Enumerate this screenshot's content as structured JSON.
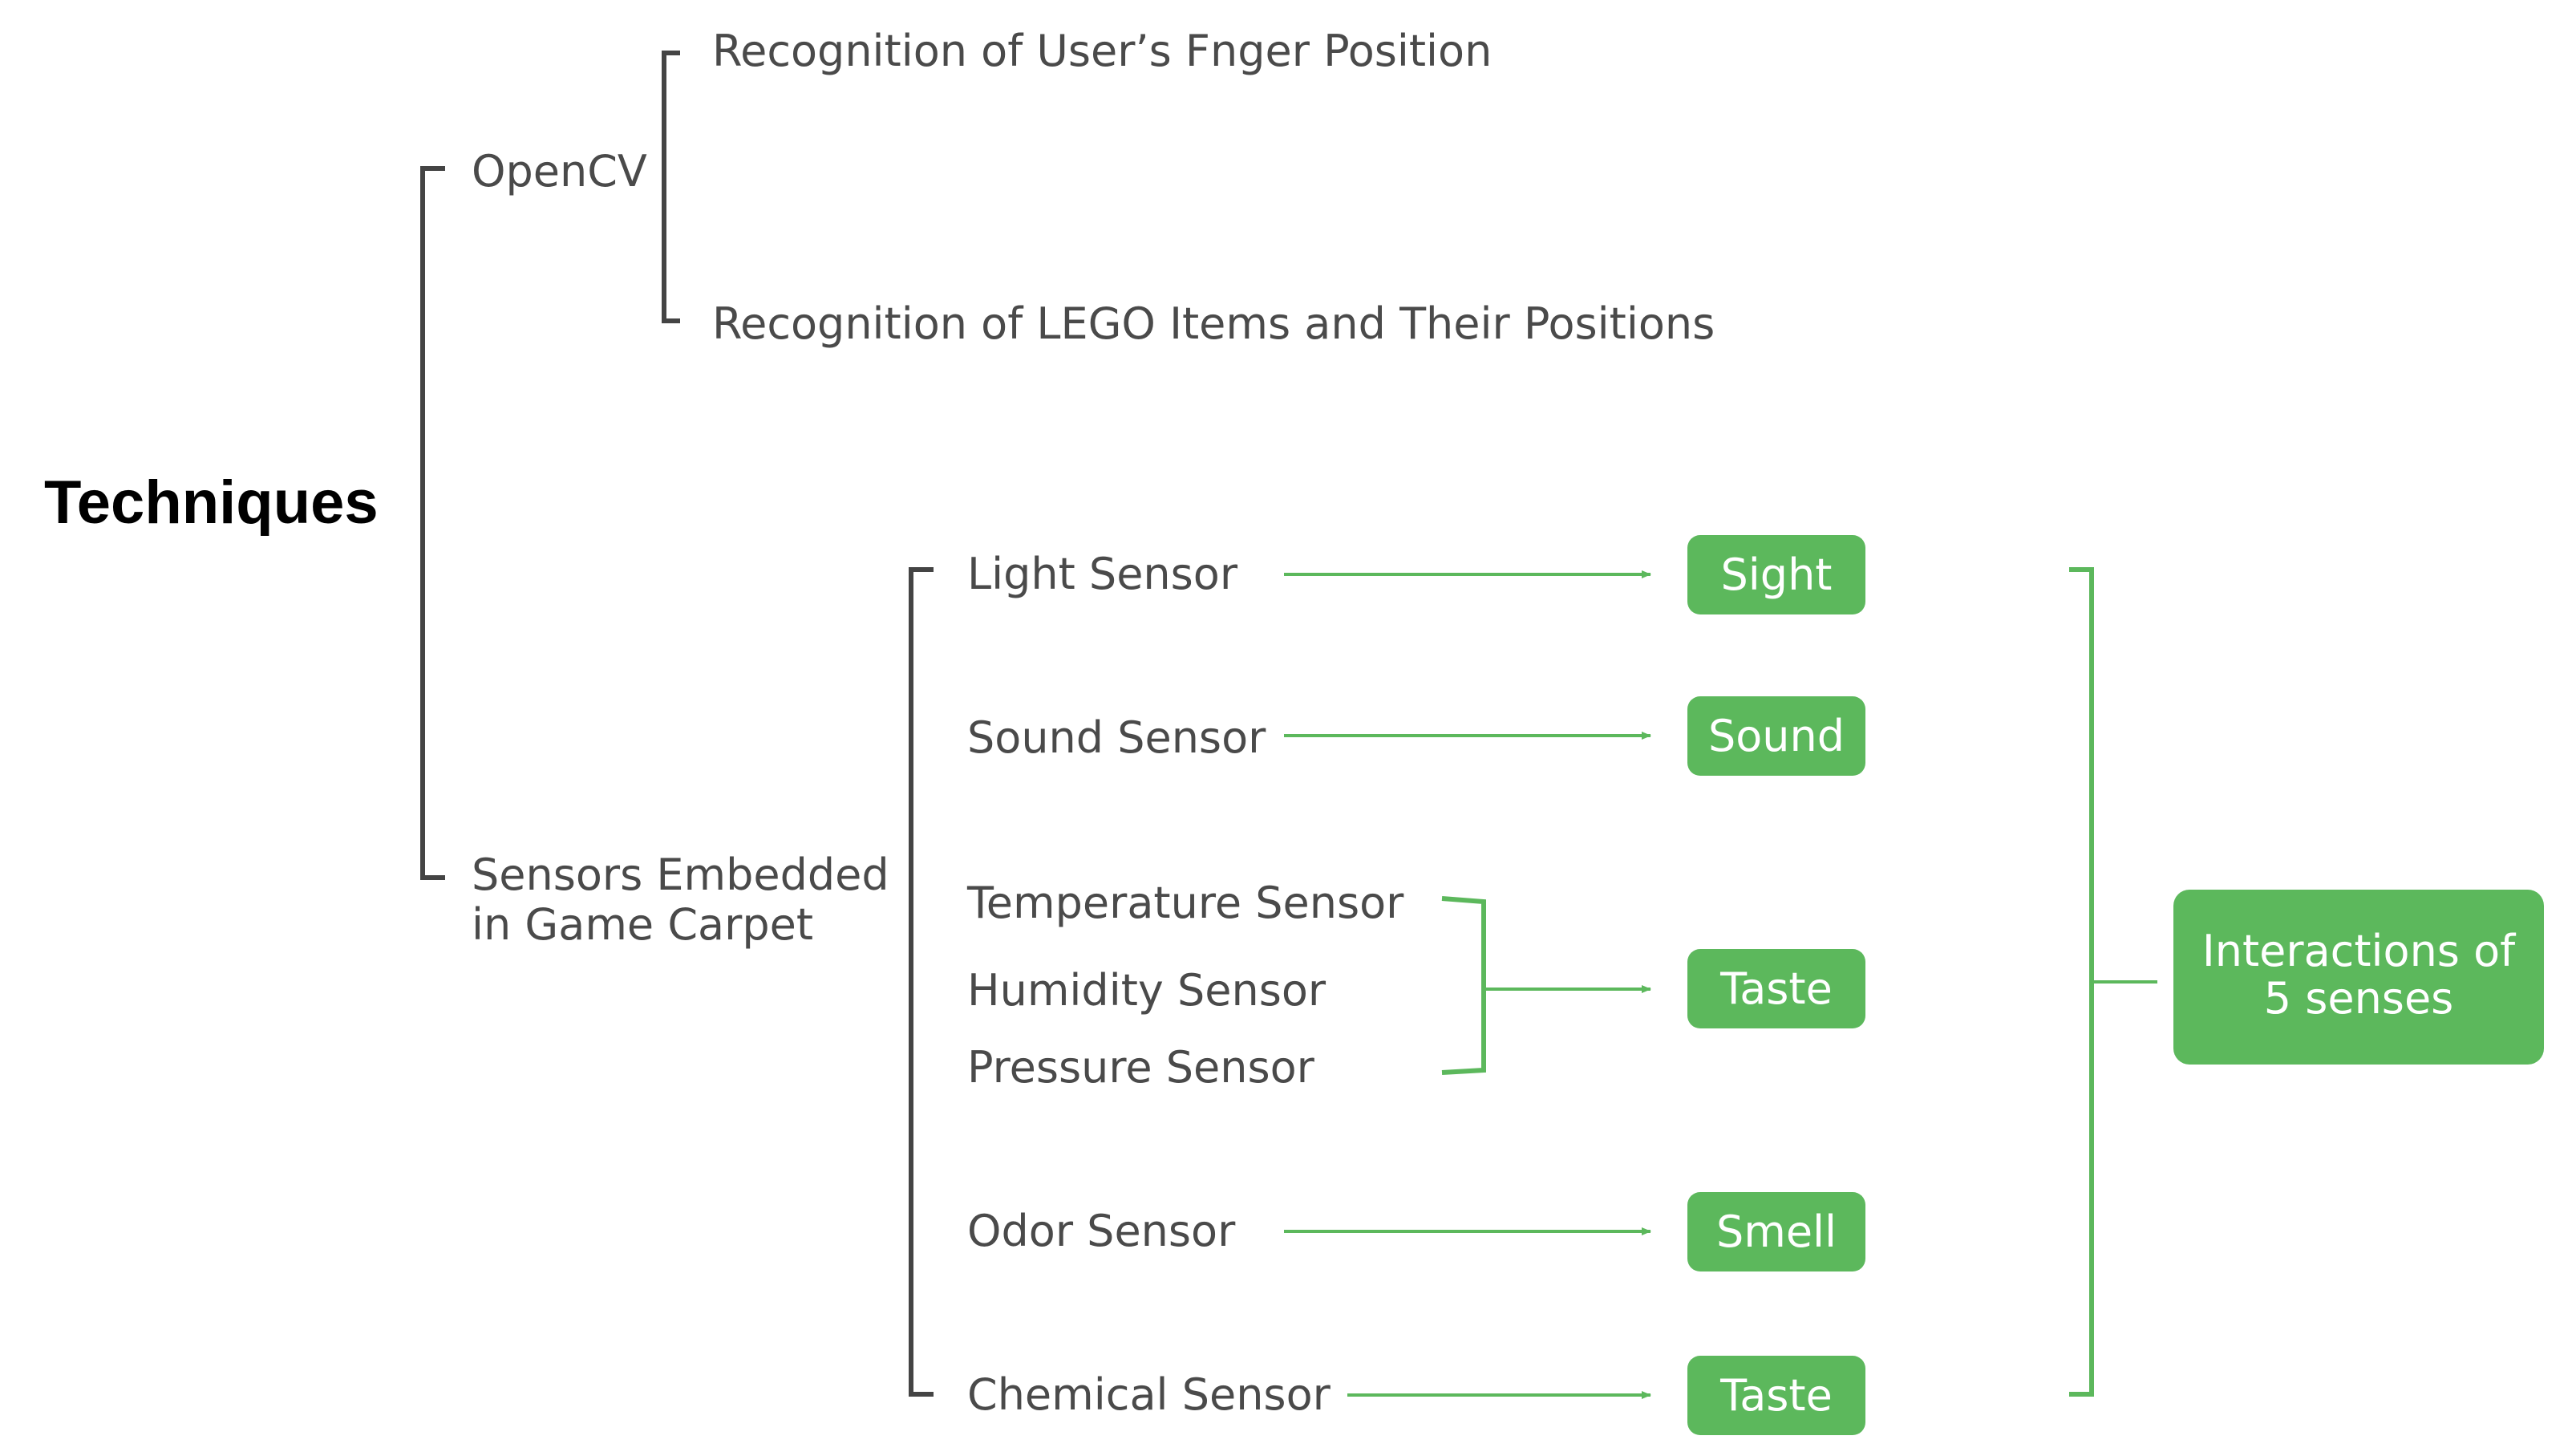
{
  "root": "Techniques",
  "opencv": {
    "label": "OpenCV",
    "items": [
      "Recognition of User’s Fnger Position",
      "Recognition of LEGO Items and Their Positions"
    ]
  },
  "sensors": {
    "label_line1": "Sensors Embedded",
    "label_line2": "in Game Carpet",
    "items": [
      "Light Sensor",
      "Sound Sensor",
      "Temperature Sensor",
      "Humidity Sensor",
      "Pressure Sensor",
      "Odor Sensor",
      "Chemical Sensor"
    ]
  },
  "senses": [
    "Sight",
    "Sound",
    "Taste",
    "Smell",
    "Taste"
  ],
  "result": {
    "line1": "Interactions of",
    "line2": "5 senses"
  },
  "colors": {
    "accent": "#5cb85c",
    "text": "#4a4a4a",
    "bracket": "#444444",
    "root_text": "#000000"
  }
}
